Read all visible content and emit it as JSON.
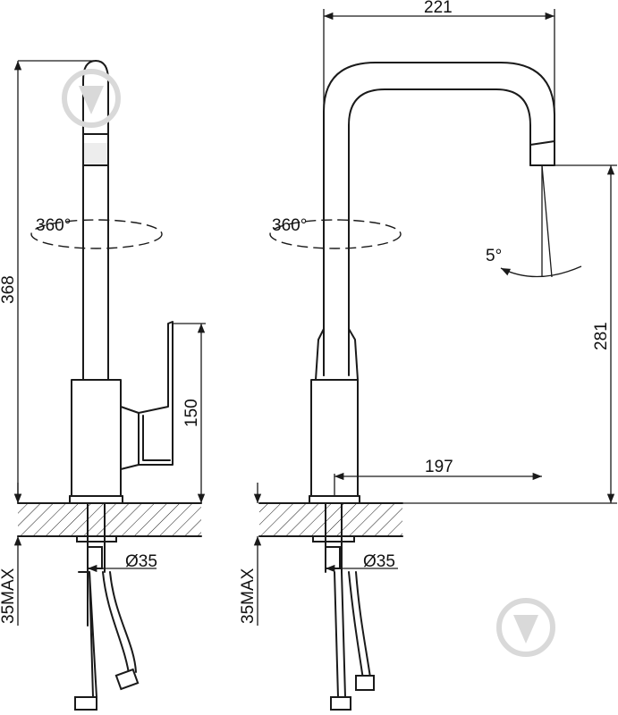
{
  "dimensions": {
    "overall_height": "368",
    "handle_height": "150",
    "base_diameter_left": "Ø35",
    "countertop_max_left": "35MAX",
    "overall_width": "221",
    "spout_reach": "197",
    "spout_height": "281",
    "base_diameter_right": "Ø35",
    "countertop_max_right": "35MAX"
  },
  "annotations": {
    "rotation_left": "360°",
    "rotation_right": "360°",
    "tilt_angle": "5°"
  },
  "colors": {
    "line": "#1a1a1a",
    "watermark": "#d9d9d9"
  },
  "icons": {
    "watermark": "drop-down-arrow-icon"
  }
}
